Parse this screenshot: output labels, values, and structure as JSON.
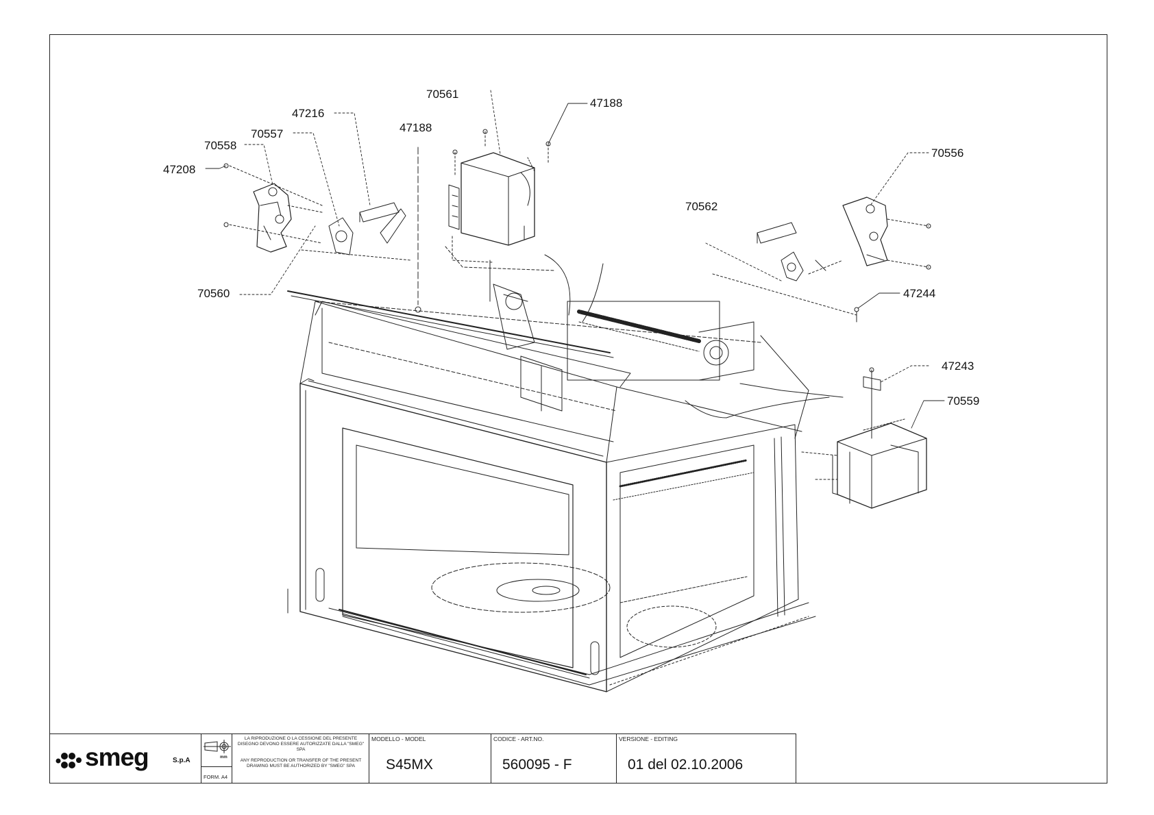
{
  "part_labels": [
    {
      "id": "70561",
      "text": "70561"
    },
    {
      "id": "47188a",
      "text": "47188"
    },
    {
      "id": "47216",
      "text": "47216"
    },
    {
      "id": "47188b",
      "text": "47188"
    },
    {
      "id": "70557",
      "text": "70557"
    },
    {
      "id": "70558",
      "text": "70558"
    },
    {
      "id": "47208",
      "text": "47208"
    },
    {
      "id": "70556",
      "text": "70556"
    },
    {
      "id": "70562",
      "text": "70562"
    },
    {
      "id": "70560",
      "text": "70560"
    },
    {
      "id": "47244",
      "text": "47244"
    },
    {
      "id": "47243",
      "text": "47243"
    },
    {
      "id": "70559",
      "text": "70559"
    }
  ],
  "title_block": {
    "brand": "smeg",
    "brand_suffix": "S.p.A",
    "unit": "mm",
    "format": "FORM. A4",
    "disclaimer_it": "LA RIPRODUZIONE O LA CESSIONE DEL PRESENTE DISEGNO DEVONO ESSERE AUTORIZZATE DALLA \"SMEG\" SPA",
    "disclaimer_en": "ANY REPRODUCTION OR TRANSFER OF THE PRESENT DRAWING MUST BE AUTHORIZED BY \"SMEG\" SPA",
    "model_header": "MODELLO - MODEL",
    "model_value": "S45MX",
    "code_header": "CODICE - ART.NO.",
    "code_value": "560095 - F",
    "version_header": "VERSIONE - EDITING",
    "version_value": "01 del 02.10.2006"
  }
}
